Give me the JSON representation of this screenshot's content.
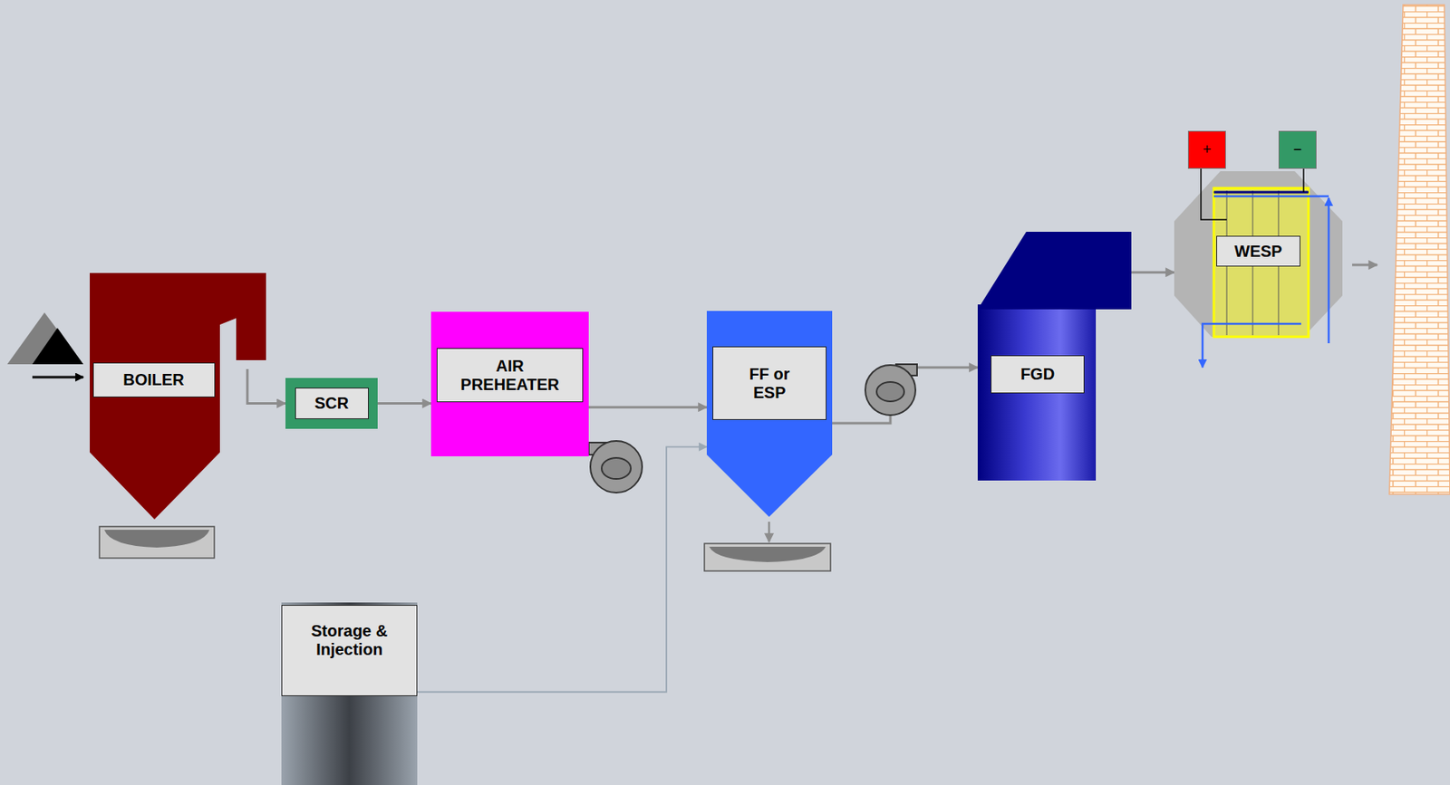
{
  "diagram": {
    "nodes": [
      {
        "text": [
          "BOILER"
        ]
      },
      {
        "text": [
          "SCR"
        ]
      },
      {
        "text": [
          "AIR PREHEATER"
        ]
      },
      {
        "text": [
          "FF or ESP"
        ]
      },
      {
        "text": [
          "FGD"
        ]
      },
      {
        "text": [
          "WESP"
        ]
      },
      {
        "text": [
          "Storage & Injection"
        ]
      }
    ],
    "edges": [
      {
        "from": 0,
        "to": 1,
        "arrow": "to"
      },
      {
        "from": 1,
        "to": 2,
        "arrow": "to"
      },
      {
        "from": 2,
        "to": 3,
        "arrow": "to"
      },
      {
        "from": 3,
        "to": 4,
        "arrow": "to"
      },
      {
        "from": 4,
        "to": 5,
        "arrow": "to"
      },
      {
        "from": 6,
        "to": 3,
        "arrow": "to"
      }
    ],
    "labels": [
      "+",
      "−"
    ]
  }
}
